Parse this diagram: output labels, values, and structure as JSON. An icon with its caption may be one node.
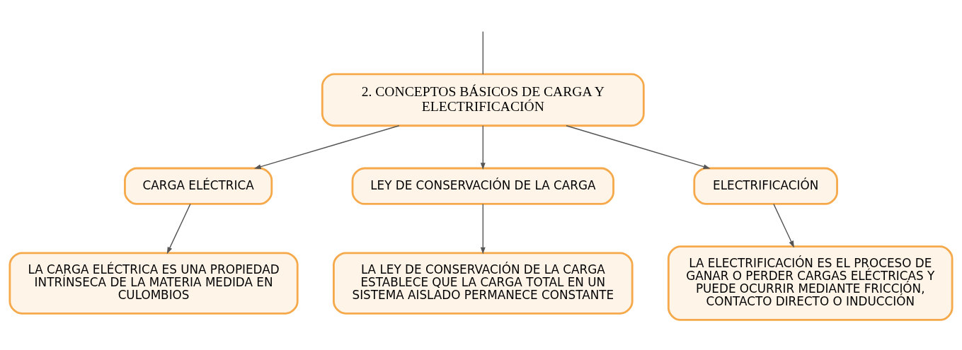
{
  "diagram": {
    "nodes": [
      {
        "text": [
          "2. CONCEPTOS BÁSICOS DE CARGA Y ELECTRIFICACIÓN"
        ]
      },
      {
        "text": [
          "CARGA ELÉCTRICA"
        ]
      },
      {
        "text": [
          "LEY DE CONSERVACIÓN DE LA CARGA"
        ]
      },
      {
        "text": [
          "ELECTRIFICACIÓN"
        ]
      },
      {
        "text": [
          "LA CARGA ELÉCTRICA ES UNA PROPIEDAD INTRÍNSECA DE LA MATERIA MEDIDA EN CULOMBIOS"
        ]
      },
      {
        "text": [
          "LA LEY DE CONSERVACIÓN DE LA CARGA ESTABLECE QUE LA CARGA TOTAL EN UN SISTEMA AISLADO PERMANECE CONSTANTE"
        ]
      },
      {
        "text": [
          "LA ELECTRIFICACIÓN ES EL PROCESO DE GANAR O PERDER CARGAS ELÉCTRICAS Y PUEDE OCURRIR MEDIANTE FRICCIÓN, CONTACTO DIRECTO O INDUCCIÓN"
        ]
      }
    ],
    "edges": [
      {
        "from": null,
        "to": 0,
        "arrow": "none"
      },
      {
        "from": 0,
        "to": 1,
        "arrow": "to"
      },
      {
        "from": 0,
        "to": 2,
        "arrow": "to"
      },
      {
        "from": 0,
        "to": 3,
        "arrow": "to"
      },
      {
        "from": 1,
        "to": 4,
        "arrow": "to"
      },
      {
        "from": 2,
        "to": 5,
        "arrow": "to"
      },
      {
        "from": 3,
        "to": 6,
        "arrow": "to"
      }
    ]
  }
}
